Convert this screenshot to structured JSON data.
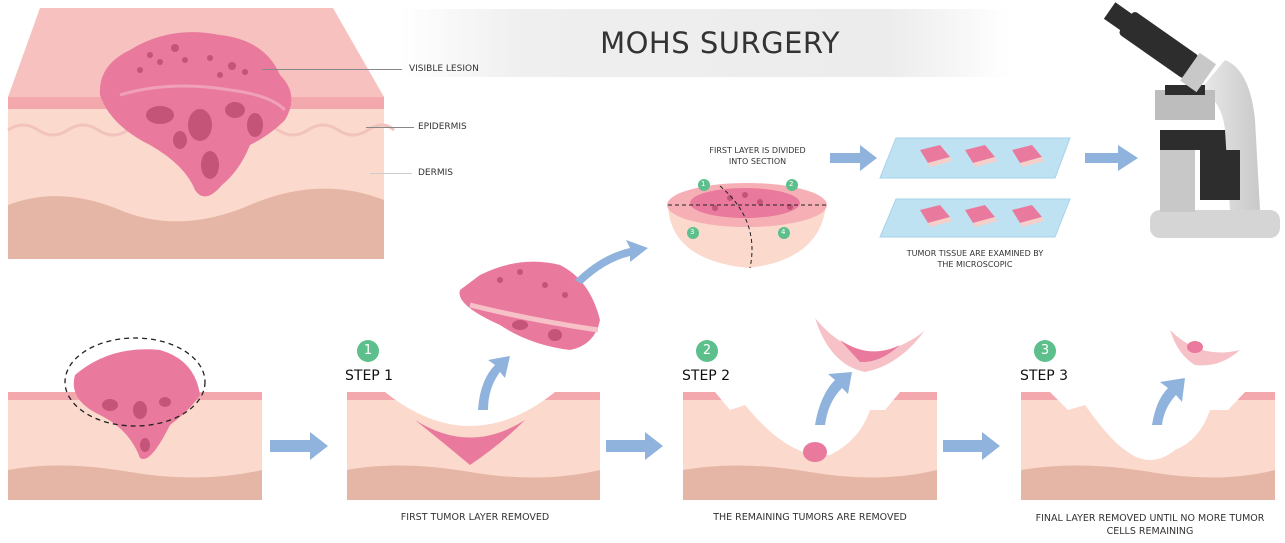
{
  "title": "MOHS SURGERY",
  "labels": {
    "visible_lesion": "VISIBLE LESION",
    "epidermis": "EPIDERMIS",
    "dermis": "DERMIS",
    "first_layer": "FIRST LAYER IS DIVIDED INTO SECTION",
    "tissue_examined": "TUMOR TISSUE ARE EXAMINED BY THE MICROSCOPIC"
  },
  "section_numbers": [
    "1",
    "2",
    "3",
    "4"
  ],
  "steps": [
    {
      "number": "1",
      "label": "STEP 1",
      "caption": "FIRST TUMOR LAYER REMOVED"
    },
    {
      "number": "2",
      "label": "STEP 2",
      "caption": "THE REMAINING TUMORS ARE REMOVED"
    },
    {
      "number": "3",
      "label": "STEP 3",
      "caption": "FINAL LAYER REMOVED UNTIL NO MORE TUMOR CELLS REMAINING"
    }
  ],
  "colors": {
    "skin_top": "#f6b3b4",
    "skin_dermis": "#fbd9cc",
    "skin_deep": "#e5b6a5",
    "tumor": "#e97a9d",
    "tumor_dark": "#c45579",
    "arrow": "#8fb3dd",
    "badge": "#5cbf8c",
    "slide": "#bfe2f3"
  }
}
